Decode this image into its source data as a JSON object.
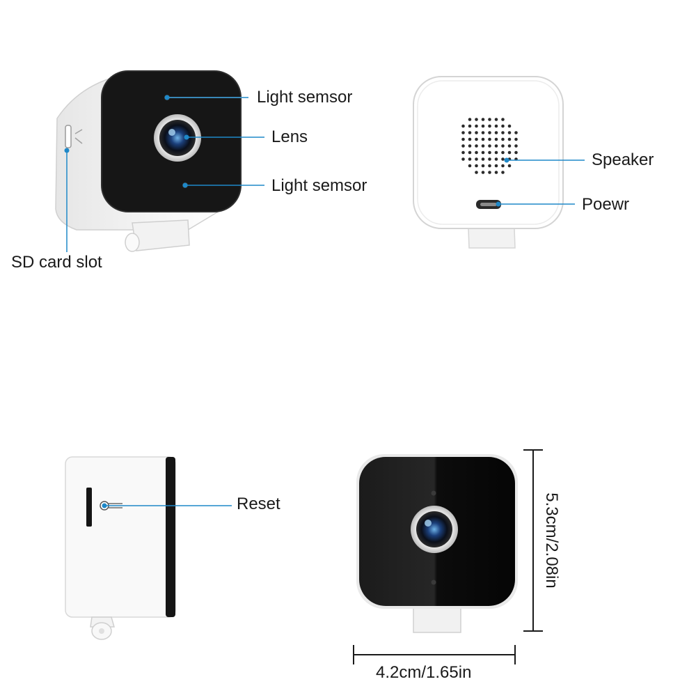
{
  "labels": {
    "light_sensor_top": "Light semsor",
    "lens": "Lens",
    "light_sensor_bottom": "Light semsor",
    "sd_card_slot": "SD card slot",
    "speaker": "Speaker",
    "power": "Poewr",
    "reset": "Reset"
  },
  "dimensions": {
    "height": "5.3cm/2.08in",
    "width": "4.2cm/1.65in"
  },
  "colors": {
    "callout": "#1e88c8",
    "camera_face": "#141414",
    "body": "#f4f4f4",
    "dimension_line": "#1a1a1a"
  }
}
